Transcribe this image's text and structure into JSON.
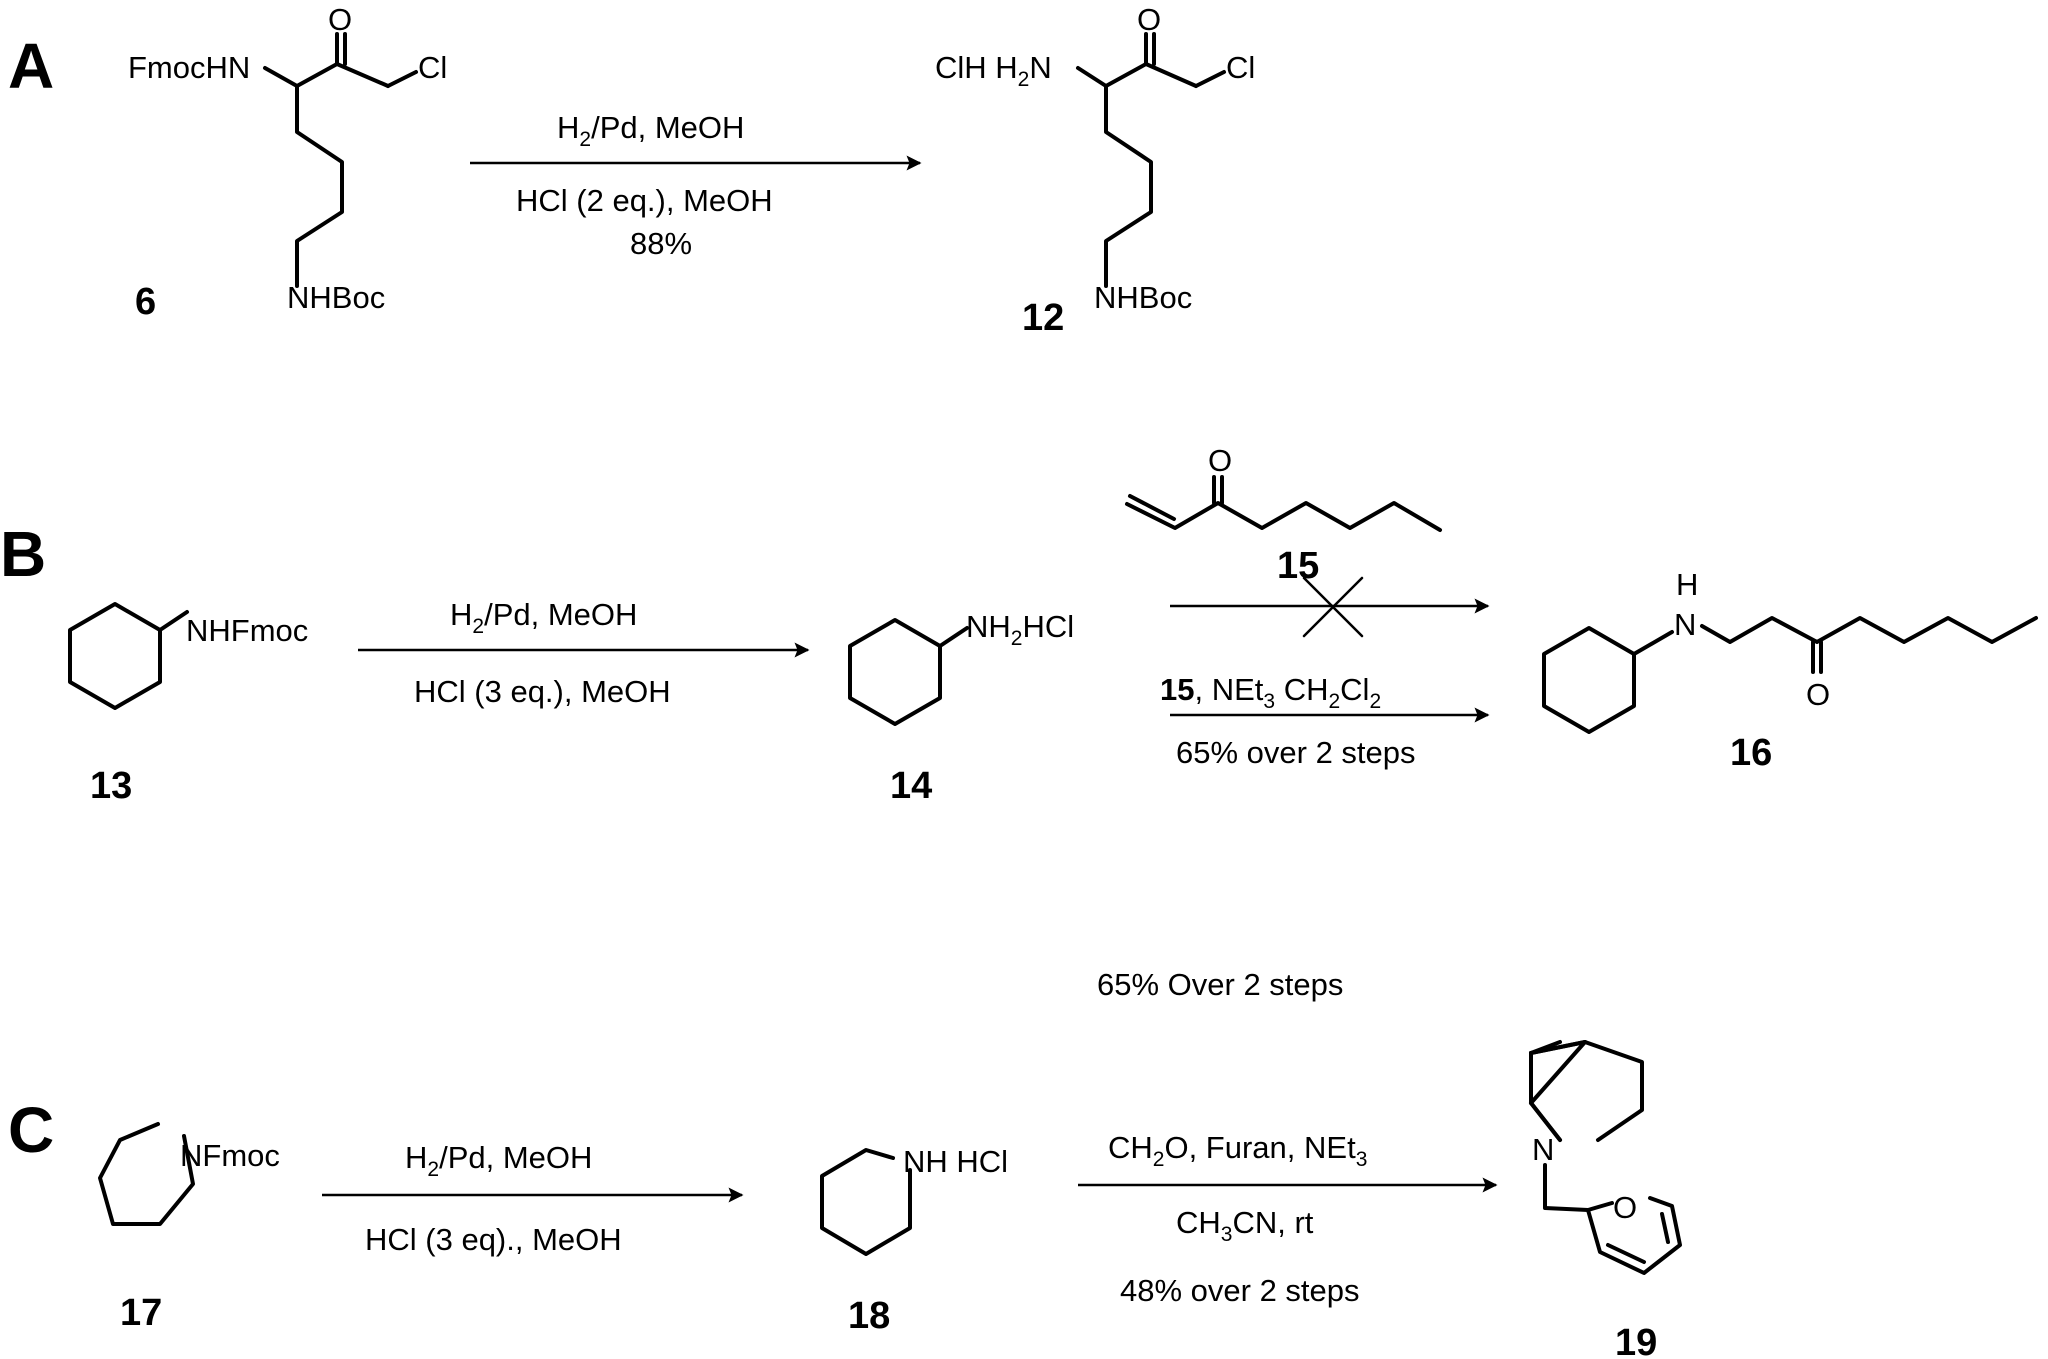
{
  "panel_a": {
    "label": "A",
    "reactant": {
      "number": "6",
      "n_top": "FmocHN",
      "cl": "Cl",
      "o": "O",
      "n_bottom": "NHBoc"
    },
    "product": {
      "number": "12",
      "n_top": "ClH H2N",
      "cl": "Cl",
      "o": "O",
      "n_bottom": "NHBoc"
    },
    "arrow": {
      "above": "H2/Pd, MeOH",
      "below1": "HCl (2 eq.), MeOH",
      "below2": "88%"
    }
  },
  "panel_b": {
    "label": "B",
    "compound_13": {
      "number": "13",
      "sub": "NHFmoc"
    },
    "compound_14": {
      "number": "14",
      "sub": "NH2HCl"
    },
    "compound_15": {
      "number": "15",
      "o": "O"
    },
    "compound_16": {
      "number": "16",
      "h": "H",
      "n": "N",
      "o": "O"
    },
    "arrow1": {
      "above": "H2/Pd, MeOH",
      "below": "HCl (3 eq.), MeOH"
    },
    "arrow2": {
      "note": "failed (crossed arrow)"
    },
    "arrow3": {
      "above_bold": "15",
      "above_rest": ", NEt3 CH2Cl2",
      "below": "65% over 2 steps"
    }
  },
  "panel_c": {
    "label": "C",
    "floating_note": "65% Over 2 steps",
    "compound_17": {
      "number": "17",
      "n": "NFmoc"
    },
    "compound_18": {
      "number": "18",
      "n": "NH HCl"
    },
    "compound_19": {
      "number": "19",
      "n": "N",
      "o": "O"
    },
    "arrow1": {
      "above": "H2/Pd, MeOH",
      "below": "HCl (3 eq)., MeOH"
    },
    "arrow2": {
      "above": "CH2O, Furan, NEt3",
      "below1": "CH3CN, rt",
      "below2": "48% over 2 steps"
    }
  }
}
